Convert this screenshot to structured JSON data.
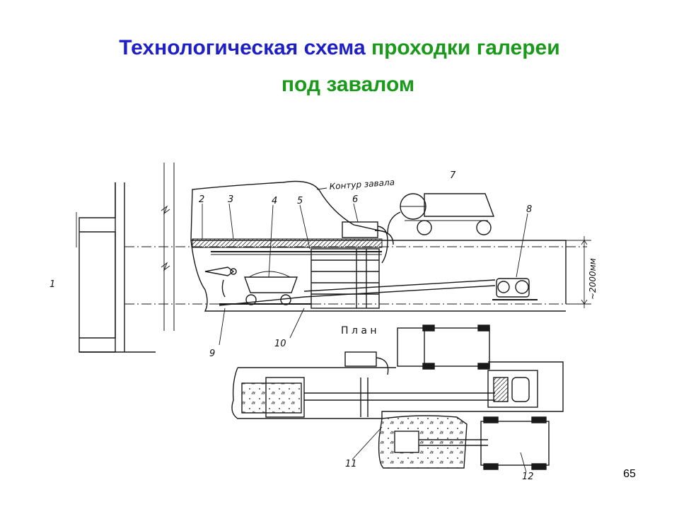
{
  "slide": {
    "title_part1": "Технологическая схема",
    "title_part2": "проходки галереи",
    "title_part3": "под завалом",
    "page_number": "65",
    "colors": {
      "title_blue": "#1f1fc8",
      "title_green": "#1a9a1a",
      "drawing_ink": "#1a1a1a"
    }
  },
  "drawing": {
    "contour_label": "Контур завала",
    "height_label": "~2000мм",
    "plan_label": "П л а н",
    "labels": [
      "1",
      "2",
      "3",
      "4",
      "5",
      "6",
      "7",
      "8",
      "9",
      "10",
      "11",
      "12"
    ]
  }
}
